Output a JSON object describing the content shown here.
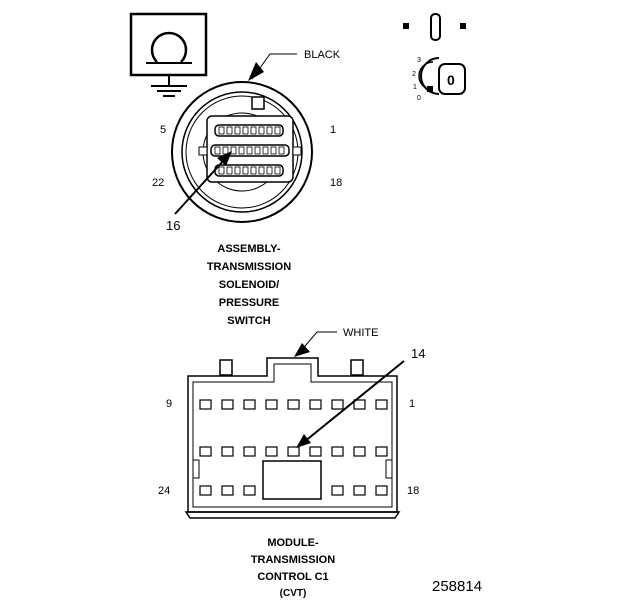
{
  "connector1": {
    "color_label": "BLACK",
    "pin_labels": {
      "top_left": "5",
      "top_right": "1",
      "bottom_left": "22",
      "bottom_right": "18"
    },
    "callout_pin": "16",
    "title_lines": [
      "ASSEMBLY-",
      "TRANSMISSION",
      "SOLENOID/",
      "PRESSURE",
      "SWITCH"
    ]
  },
  "connector2": {
    "color_label": "WHITE",
    "pin_labels": {
      "top_left": "9",
      "top_right": "1",
      "bottom_left": "24",
      "bottom_right": "18"
    },
    "callout_pin": "14",
    "title_lines": [
      "MODULE-",
      "TRANSMISSION",
      "CONTROL C1",
      "(CVT)"
    ]
  },
  "ignition_icon": {
    "positions": [
      "3",
      "2",
      "1",
      "0"
    ],
    "key_label": "0"
  },
  "figure_number": "258814",
  "colors": {
    "line": "#000000",
    "background": "#ffffff"
  }
}
